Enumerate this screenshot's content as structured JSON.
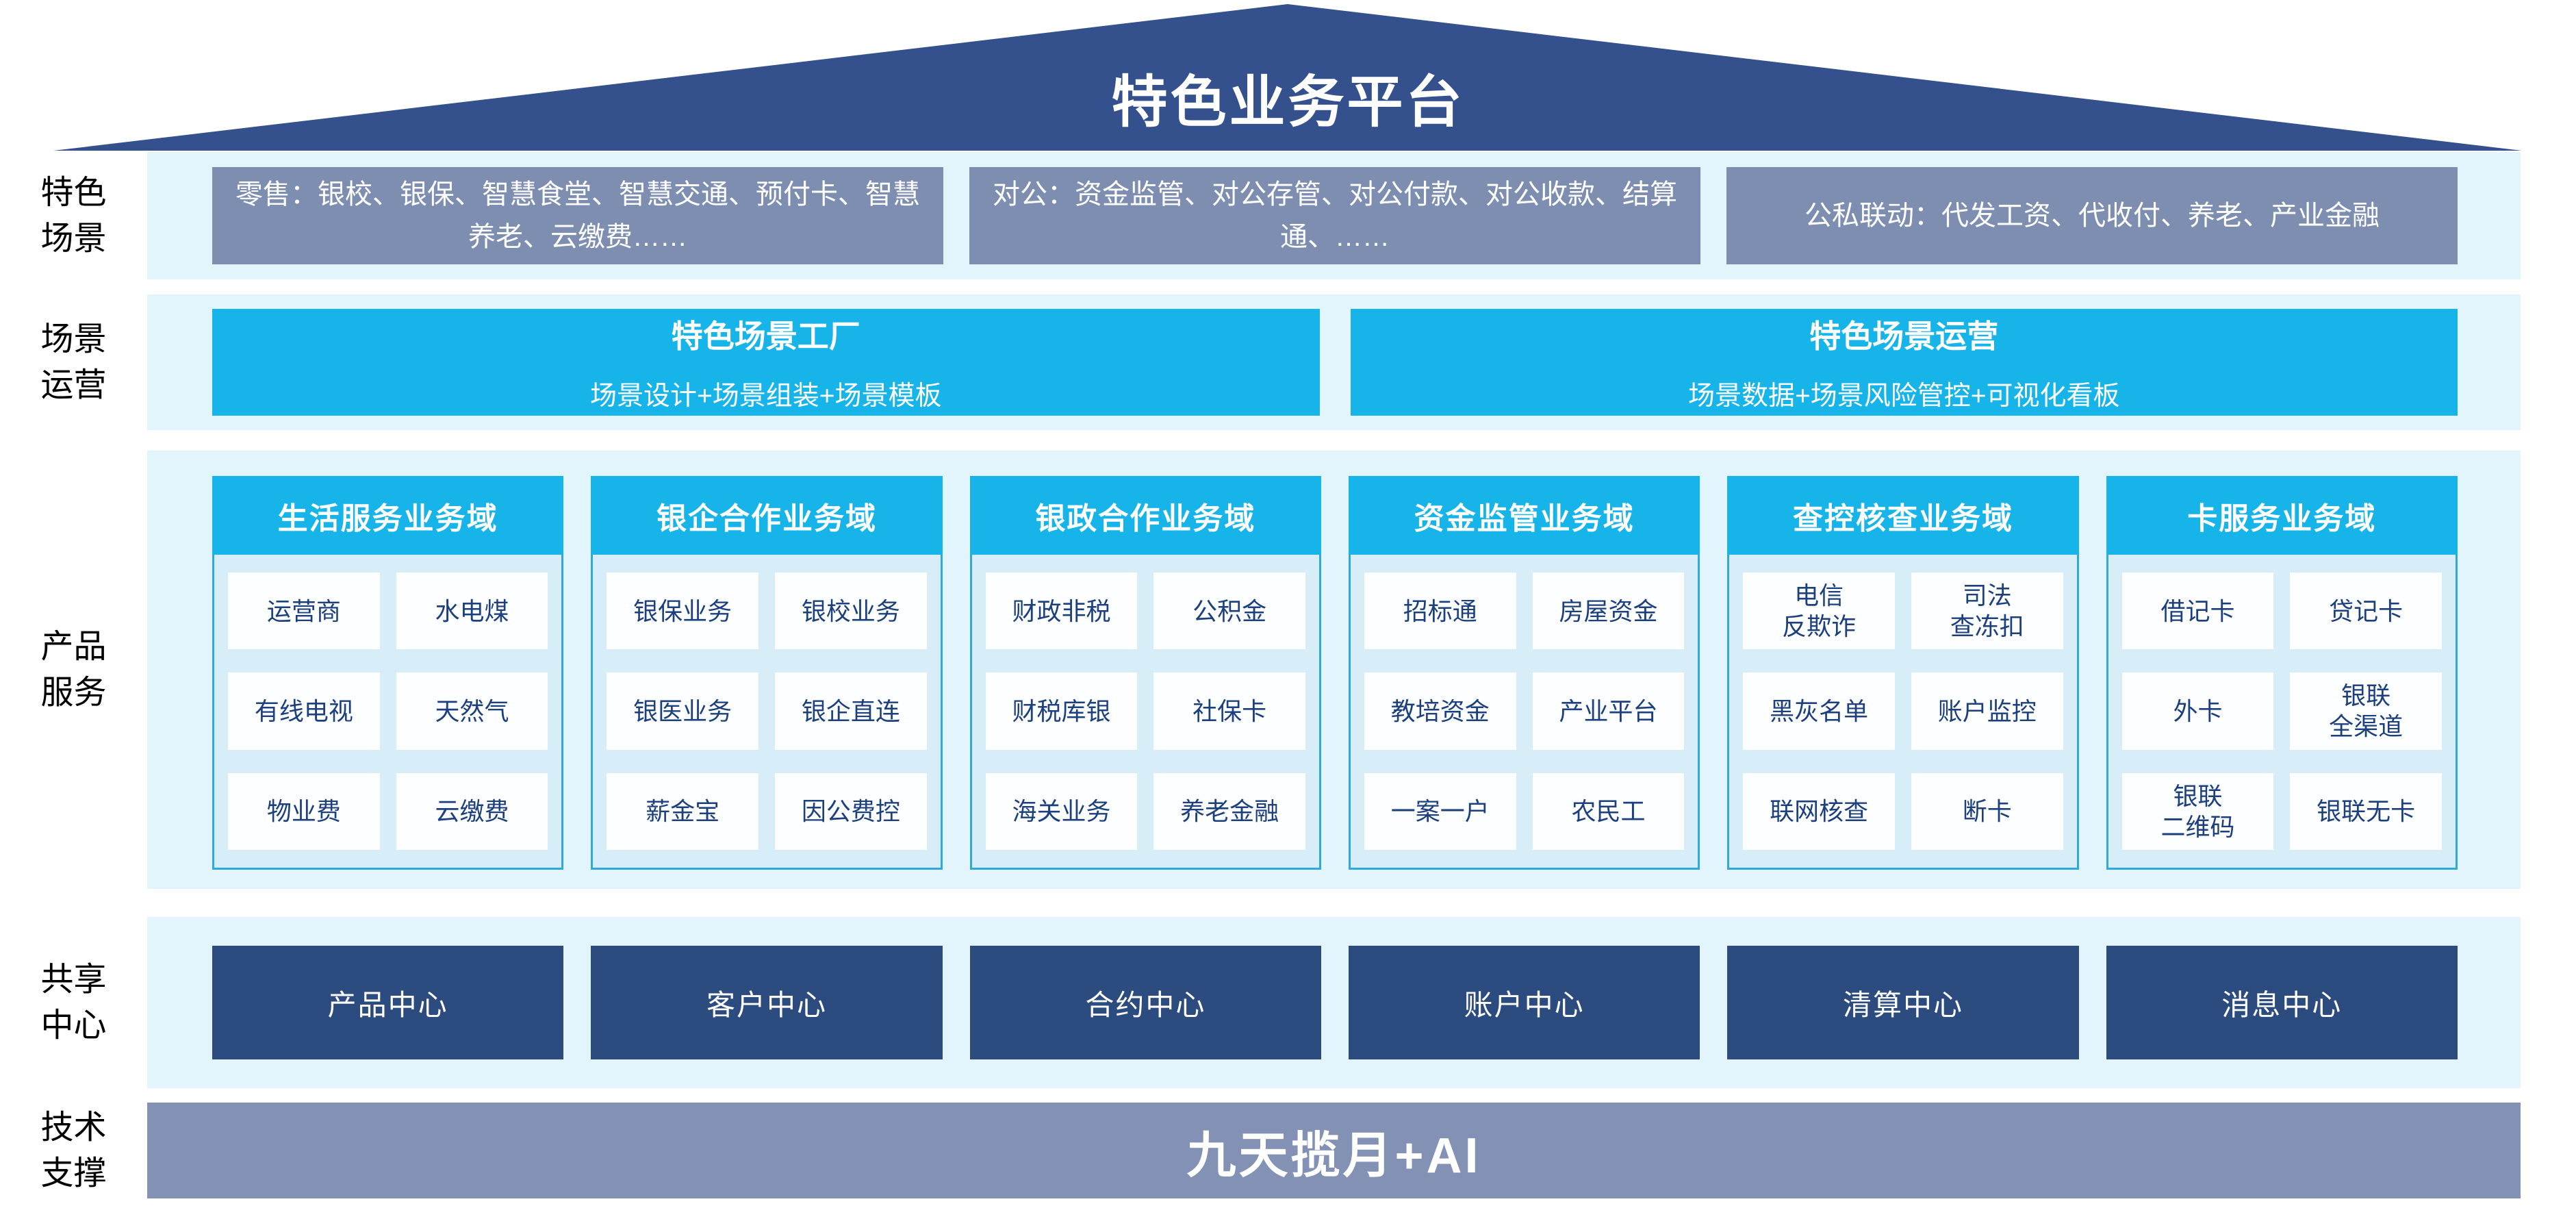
{
  "page_title": "特色业务平台",
  "colors": {
    "roof_navy": "#34518E",
    "scene_box_slate": "#7E8EB1",
    "cyan": "#17B4EA",
    "band_light_blue": "#E3F5FC",
    "panel_light_blue": "#D7EEF9",
    "panel_border_cyan": "#2FA8DB",
    "center_navy": "#2C4B7E",
    "cell_text_navy": "#1C3F7D",
    "tech_bar_slate": "#8291B4"
  },
  "rows": {
    "scenes": {
      "label": "特色\n场景",
      "boxes": [
        "零售：银校、银保、智慧食堂、智慧交通、预付卡、智慧养老、云缴费……",
        "对公：资金监管、对公存管、对公付款、对公收款、结算通、……",
        "公私联动：代发工资、代收付、养老、产业金融"
      ]
    },
    "operations": {
      "label": "场景\n运营",
      "factory": {
        "title": "特色场景工厂",
        "subtitle": "场景设计+场景组装+场景模板"
      },
      "operation": {
        "title": "特色场景运营",
        "subtitle": "场景数据+场景风险管控+可视化看板"
      }
    },
    "products": {
      "label": "产品\n服务",
      "columns": [
        {
          "header": "生活服务业务域",
          "cells": [
            "运营商",
            "水电煤",
            "有线电视",
            "天然气",
            "物业费",
            "云缴费"
          ]
        },
        {
          "header": "银企合作业务域",
          "cells": [
            "银保业务",
            "银校业务",
            "银医业务",
            "银企直连",
            "薪金宝",
            "因公费控"
          ]
        },
        {
          "header": "银政合作业务域",
          "cells": [
            "财政非税",
            "公积金",
            "财税库银",
            "社保卡",
            "海关业务",
            "养老金融"
          ]
        },
        {
          "header": "资金监管业务域",
          "cells": [
            "招标通",
            "房屋资金",
            "教培资金",
            "产业平台",
            "一案一户",
            "农民工"
          ]
        },
        {
          "header": "查控核查业务域",
          "cells": [
            "电信\n反欺诈",
            "司法\n查冻扣",
            "黑灰名单",
            "账户监控",
            "联网核查",
            "断卡"
          ]
        },
        {
          "header": "卡服务业务域",
          "cells": [
            "借记卡",
            "贷记卡",
            "外卡",
            "银联\n全渠道",
            "银联\n二维码",
            "银联无卡"
          ]
        }
      ]
    },
    "shared": {
      "label": "共享\n中心",
      "centers": [
        "产品中心",
        "客户中心",
        "合约中心",
        "账户中心",
        "清算中心",
        "消息中心"
      ]
    },
    "tech": {
      "label": "技术\n支撑",
      "banner": "九天揽月+AI"
    }
  }
}
